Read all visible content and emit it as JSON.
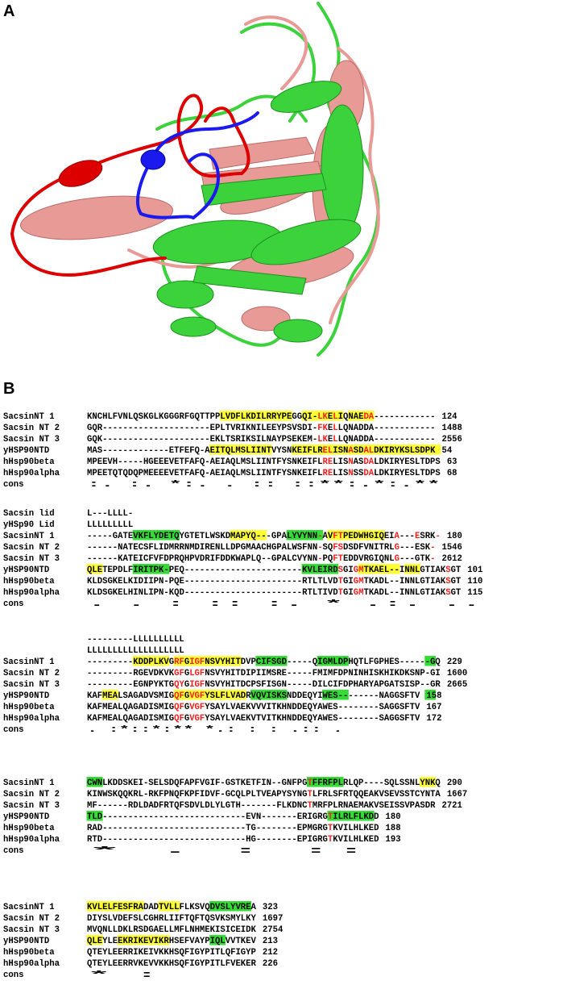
{
  "panels": {
    "a": "A",
    "b": "B"
  },
  "colors": {
    "helix_hl": "#ffff33",
    "strand_hl": "#33dd33",
    "red_text": "#ff1a1a",
    "ribbon_salmon": "#e89a96",
    "ribbon_green": "#3cd23c",
    "ribbon_red": "#dd0000",
    "ribbon_blue": "#1a1aee"
  },
  "alignment_blocks": [
    {
      "rows": [
        {
          "name": "SacsinNT 1",
          "seq": "KNCHLFVNLQSKGLKGGGRFGQTTPPLVDFLKDILRRYPEGGQI-LKELIQNAEDA------------",
          "num": "124",
          "hl": [
            [
              26,
              40,
              "y"
            ],
            [
              42,
              50,
              "y"
            ],
            [
              51,
              56,
              "y"
            ]
          ],
          "red": [
            45,
            46,
            48,
            54,
            55
          ]
        },
        {
          "name": "Sacsin NT 2",
          "seq": "GQR---------------------EPLTVRIKNILEEYPSVSDI-FKELLQNADDA------------",
          "num": "1488",
          "hl": [],
          "red": [
            45,
            46,
            48
          ]
        },
        {
          "name": "Sacsin NT 3",
          "seq": "GQK---------------------EKLTSRIKSILNAYPSEKEM-LKELLQNADDA------------",
          "num": "2556",
          "hl": [],
          "red": [
            45,
            46,
            48
          ]
        },
        {
          "name": "yHSP90NTD",
          "seq": "MAS-------------ETFEFQ-AEITQLMSLIINTVYSNKEIFLRELISNASDALDKIRYKSLSDPK",
          "num": "54",
          "hl": [
            [
              24,
              36,
              "y"
            ],
            [
              40,
              69,
              "y"
            ]
          ],
          "red": [
            46,
            47,
            51,
            54,
            55
          ]
        },
        {
          "name": "hHsp90beta",
          "seq": "MPEEVH-----HGEEEVETFAFQ-AEIAQLMSLIINTFYSNKEIFLRELISNASDALDKIRYESLTDPS",
          "num": "63",
          "hl": [],
          "red": [
            46,
            47,
            51,
            54,
            55
          ]
        },
        {
          "name": "hHsp90alpha",
          "seq": "MPEETQTQDQPMEEEEVETFAFQ-AEIAQLMSLIINTFYSNKEIFLRELISNSSDALDKIRYESLTDPS",
          "num": "68",
          "hl": [],
          "red": [
            46,
            47,
            51,
            54,
            55
          ]
        },
        {
          "name": "cons",
          "seq": "                          :.  :.  *:.    .   :: ::**:.*:.**          ",
          "num": "",
          "hl": [],
          "red": []
        }
      ]
    },
    {
      "pre": [
        {
          "name": "Sacsin lid",
          "seq": "                                                    L---LLLL-",
          "num": ""
        },
        {
          "name": "yHSp90 Lid",
          "seq": "                                                    LLLLLLLLL",
          "num": ""
        }
      ],
      "rows": [
        {
          "name": "SacsinNT 1",
          "seq": "-----GATEVKFLYDETQYGTETLWSKDMAPYQ---GPALYVYNN-AVFTPEDWHGIQEIA---ESRK-",
          "num": "180",
          "hl": [
            [
              9,
              18,
              "g"
            ],
            [
              28,
              35,
              "y"
            ],
            [
              39,
              46,
              "g"
            ],
            [
              47,
              58,
              "y"
            ]
          ],
          "red": [
            45,
            48,
            49,
            60,
            64,
            68
          ]
        },
        {
          "name": "Sacsin NT 2",
          "seq": "------NATECSFLIDMRRNMDIRENLLDPGMAACHGPALWSFNN-SQFSDSDFVNITRLG---ESK-",
          "num": "1546",
          "hl": [],
          "red": [
            45,
            48,
            49,
            60,
            67
          ]
        },
        {
          "name": "Sacsin NT 3",
          "seq": "------KATEICFVFDPRQHPVDRIFDDKWAPLQ--GPALCVYNN-PQFTEDDVRGIQNLG---GTK-",
          "num": "2612",
          "hl": [],
          "red": [
            45,
            48,
            49,
            60,
            67
          ]
        },
        {
          "name": "yHSP90NTD",
          "seq": "QLETEPDLFIRITPK-PEQ-----------------------KVLEIRDSGIGMTKAEL--INNLGTIAKSGT",
          "num": "101",
          "hl": [
            [
              0,
              3,
              "y"
            ],
            [
              9,
              16,
              "g"
            ],
            [
              42,
              49,
              "g"
            ],
            [
              53,
              61,
              "y"
            ],
            [
              62,
              65,
              "y"
            ]
          ],
          "red": [
            49,
            52,
            53,
            70
          ]
        },
        {
          "name": "hHsp90beta",
          "seq": "KLDSGKELKIDIIPN-PQE-----------------------RTLTLVDTGIGMTKADL--INNLGTIAKSGT",
          "num": "110",
          "hl": [],
          "red": [
            49,
            52,
            53,
            70
          ]
        },
        {
          "name": "hHsp90alpha",
          "seq": "KLDSGKELHINLIPN-KQD-----------------------RTLTIVDTGIGMTKADL--INNLGTIAKSGT",
          "num": "115",
          "hl": [],
          "red": [
            49,
            52,
            53,
            70
          ]
        },
        {
          "name": "cons",
          "seq": "                .            .                      :    ::  :.   *  .:.   ..",
          "num": "",
          "hl": [],
          "red": []
        }
      ]
    },
    {
      "pre": [
        {
          "name": "",
          "seq": "---------LLLLLLLLLL",
          "num": ""
        },
        {
          "name": "",
          "seq": "LLLLLLLLLLLLLLLLLLL",
          "num": ""
        }
      ],
      "rows": [
        {
          "name": "SacsinNT 1",
          "seq": "---------KDDPLKVGRFGIGFNSVYHITDVPCIFSGD-----QIGMLDPHQTLFGPHES------GQ",
          "num": "229",
          "hl": [
            [
              9,
              16,
              "y"
            ],
            [
              17,
              24,
              "y"
            ],
            [
              24,
              30,
              "y"
            ],
            [
              33,
              39,
              "g"
            ],
            [
              45,
              51,
              "g"
            ],
            [
              66,
              68,
              "g"
            ]
          ],
          "red": [
            17,
            18,
            20,
            21,
            22
          ]
        },
        {
          "name": "Sacsin NT 2",
          "seq": "---------RGEVDKVKGFGLGFNSVYHITDIPIIMSRE-----FMIMFDPNINHISKHIKDKSNP-GI",
          "num": "1600",
          "hl": [],
          "red": [
            17,
            18,
            20,
            21,
            22
          ]
        },
        {
          "name": "Sacsin NT 3",
          "seq": "---------EGNPYKTGQYGIGFNSVYHITDCPSFISGN-----DILCIFDPHARYAPGATSISP--GR",
          "num": "2665",
          "hl": [],
          "red": [
            17,
            18,
            20,
            21,
            22
          ]
        },
        {
          "name": "yHSP90NTD",
          "seq": "KAFMEALSAGADVSMIGQFGVGFYSLFLVADRVQVISKSNDDEQYIWES--------NAGGSFTV",
          "num": "158",
          "hl": [
            [
              3,
              6,
              "y"
            ],
            [
              17,
              24,
              "y"
            ],
            [
              24,
              31,
              "y"
            ],
            [
              32,
              39,
              "g"
            ],
            [
              46,
              51,
              "g"
            ],
            [
              66,
              68,
              "g"
            ]
          ],
          "red": [
            17,
            18,
            20,
            21,
            22
          ]
        },
        {
          "name": "hHsp90beta",
          "seq": "KAFMEALQAGADISMIGQFGVGFYSAYLVAEKVVVITKHNDDEQYAWES--------SAGGSFTV",
          "num": "167",
          "hl": [],
          "red": [
            17,
            18,
            20,
            21,
            22
          ]
        },
        {
          "name": "hHsp90alpha",
          "seq": "KAFMEALQAGADISMIGQFGVGFYSAYLVAEKVTVITKHNDDEQYAWES--------SAGGSFTV",
          "num": "172",
          "hl": [],
          "red": [
            17,
            18,
            20,
            21,
            22
          ]
        },
        {
          "name": "cons",
          "seq": "                .  :*::*:** *.: : :  .::         .",
          "num": "",
          "hl": [],
          "red": []
        }
      ]
    },
    {
      "rows": [
        {
          "name": "SacsinNT 1",
          "seq": "CWNLKDDSKEI-SELSDQFAPFVGIF-GSTKETFIN--GNFPGTFFRFPLRLQP----SQLSSNLYNKQ",
          "num": "290",
          "hl": [
            [
              0,
              3,
              "g"
            ],
            [
              43,
              50,
              "g"
            ],
            [
              65,
              68,
              "y"
            ]
          ],
          "red": [
            43
          ]
        },
        {
          "name": "Sacsin NT 2",
          "seq": "KINWSKQQKRL-RKFPNQFKPFIDVF-GCQLPLTVEAPYSYNGTLFRLSFRTQQEAKVSEVSSTCYNTA",
          "num": "1667",
          "hl": [],
          "red": [
            43
          ]
        },
        {
          "name": "Sacsin NT 3",
          "seq": "MF------RDLDADFRTQFSDVLDLYLGTH-------FLKDNCTMRFPLRNAEMAKVSEISSVPASDR",
          "num": "2721",
          "hl": [],
          "red": [
            43
          ]
        },
        {
          "name": "yHSP90NTD",
          "seq": "TLD----------------------------EVN-------ERIGRGTILRLFLKDD",
          "num": "180",
          "hl": [
            [
              0,
              3,
              "g"
            ],
            [
              47,
              56,
              "g"
            ]
          ],
          "red": [
            47
          ]
        },
        {
          "name": "hHsp90beta",
          "seq": "RAD----------------------------TG--------EPMGRGTKVILHLKED",
          "num": "188",
          "hl": [],
          "red": [
            47
          ]
        },
        {
          "name": "hHsp90alpha",
          "seq": "RTD----------------------------HG--------EPIGRGTKVILHLKED",
          "num": "193",
          "hl": [],
          "red": [
            47
          ]
        },
        {
          "name": "cons",
          "seq": "                                               * . : ::",
          "num": "",
          "hl": [],
          "red": []
        }
      ]
    },
    {
      "rows": [
        {
          "name": "SacsinNT 1",
          "seq": "KVLELFESFRADADTVLLFLKSVQDVSLYVREA",
          "num": "323",
          "hl": [
            [
              0,
              11,
              "y"
            ],
            [
              14,
              18,
              "y"
            ],
            [
              24,
              32,
              "g"
            ]
          ],
          "red": []
        },
        {
          "name": "Sacsin NT 2",
          "seq": "DIYSLVDEFSLCGHRLIIFTQFTQSVKSMYLKY",
          "num": "1697",
          "hl": [],
          "red": []
        },
        {
          "name": "Sacsin NT 3",
          "seq": "MVQNLLDKLRSDGAELLMFLNHMEKISICEIDK",
          "num": "2754",
          "hl": [],
          "red": []
        },
        {
          "name": "yHSP90NTD",
          "seq": "QLEYLEEKRIKEVIKRHSEFVAYPIQLVVTKEV",
          "num": "213",
          "hl": [
            [
              0,
              3,
              "y"
            ],
            [
              6,
              16,
              "y"
            ],
            [
              24,
              27,
              "g"
            ]
          ],
          "red": []
        },
        {
          "name": "hHsp90beta",
          "seq": "QTEYLEERRIKEIVKKHSQFIGYPITLQFIGYP",
          "num": "212",
          "hl": [],
          "red": []
        },
        {
          "name": "hHsp90alpha",
          "seq": "QTEYLEERRVKEVVKKHSQFIGYPITLFVEKER",
          "num": "226",
          "hl": [],
          "red": []
        },
        {
          "name": "cons",
          "seq": "           * :",
          "num": "",
          "hl": [],
          "red": []
        }
      ]
    }
  ]
}
